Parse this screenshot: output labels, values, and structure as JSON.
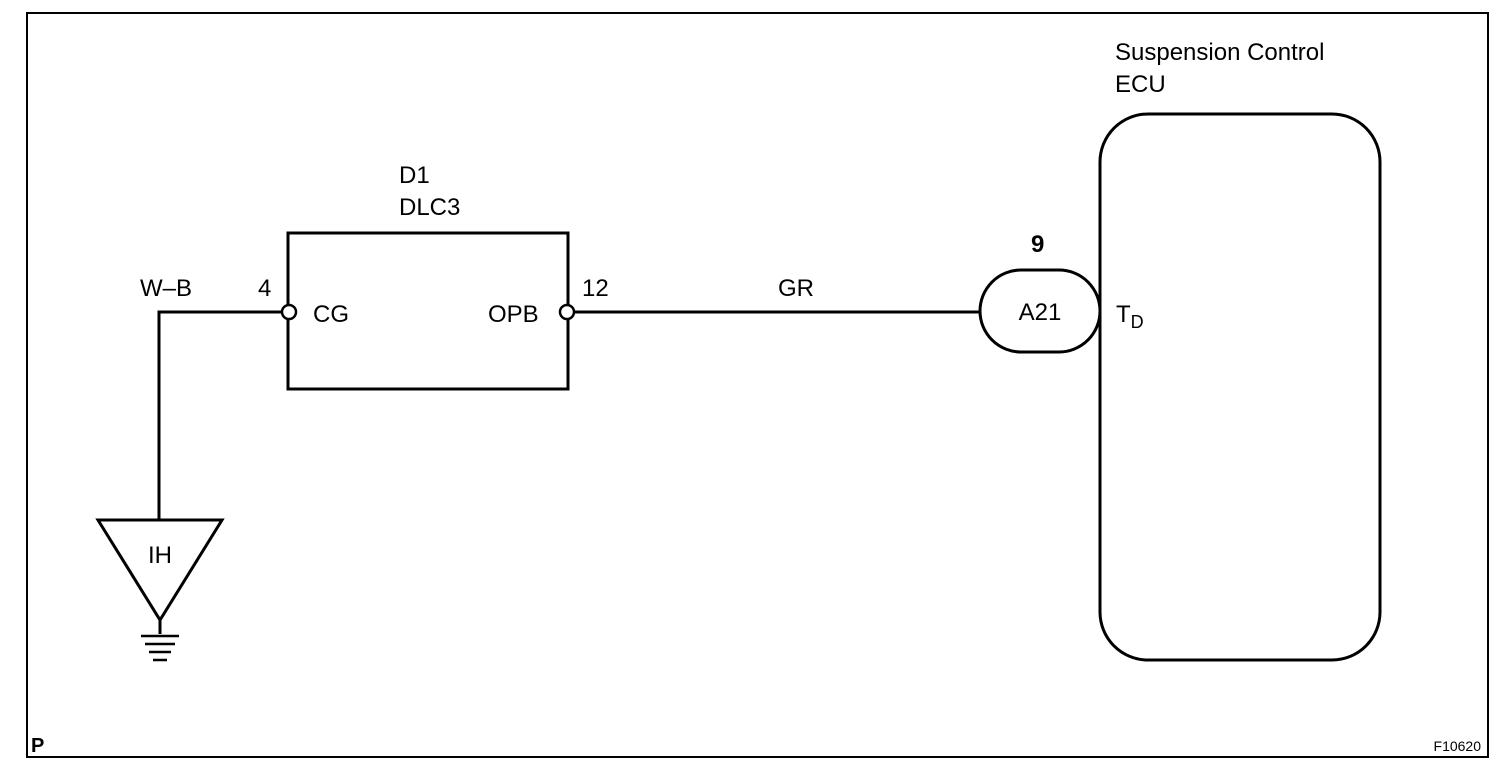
{
  "ecu": {
    "title_line1": "Suspension Control",
    "title_line2": "ECU",
    "terminal_main": "T",
    "terminal_sub": "D"
  },
  "dlc": {
    "code": "D1",
    "name": "DLC3",
    "pin_left_number": "4",
    "pin_left_name": "CG",
    "pin_right_number": "12",
    "pin_right_name": "OPB"
  },
  "wires": {
    "ground_wire_color": "W–B",
    "signal_wire_color": "GR"
  },
  "connector": {
    "pin_number": "9",
    "code": "A21"
  },
  "ground_point": {
    "code": "IH"
  },
  "corner": {
    "left_mark": "P",
    "figure_id": "F10620"
  }
}
